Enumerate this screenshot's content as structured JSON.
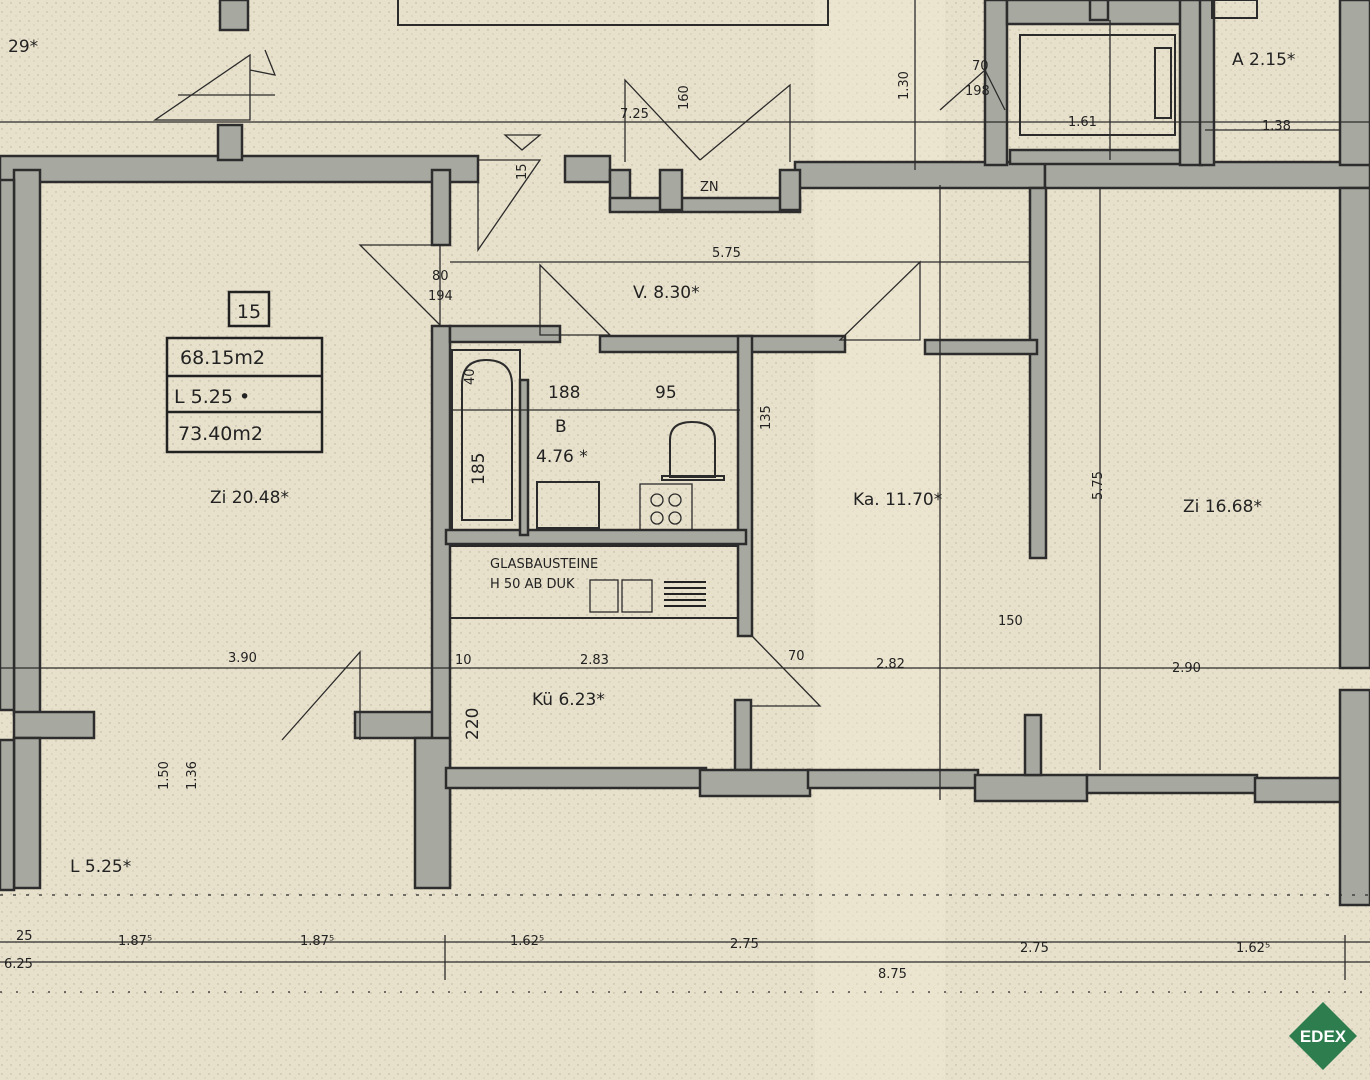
{
  "unit": {
    "number": "15",
    "area_1": "68.15m2",
    "loggia": "L 5.25 •",
    "area_total": "73.40m2"
  },
  "rooms": {
    "zi_left": "Zi 20.48*",
    "zi_right": "Zi 16.68*",
    "vorraum": "V. 8.30*",
    "kabinett": "Ka. 11.70*",
    "kueche": "Kü 6.23*",
    "bad_label": "B",
    "bad_area": "4.76 *",
    "loggia": "L 5.25*",
    "zn": "ZN",
    "partial_left": "29*",
    "partial_right": "A 2.15*"
  },
  "notes": {
    "glass_1": "GLASBAUSTEINE",
    "glass_2": "H 50 AB DUK"
  },
  "dimensions": {
    "d575_top": "5.75",
    "d575_vert": "5.75",
    "d390": "3.90",
    "d283": "2.83",
    "d282": "2.82",
    "d290": "2.90",
    "d188": "188",
    "d95": "95",
    "d185": "185",
    "d135": "135",
    "d220": "220",
    "d80": "80",
    "d194": "194",
    "d70": "70",
    "d160": "160",
    "d150": "150",
    "d130": "1.30",
    "d725": "7.25",
    "d161": "1.61",
    "d138": "1.38",
    "d198": "198",
    "d10": "10",
    "d15": "15",
    "d40": "40",
    "d70b": "70",
    "d136": "1.36",
    "d150b": "1.50",
    "d6275": "6.25",
    "d25": "25",
    "d1875a": "1.87⁵",
    "d1875b": "1.87⁵",
    "d1625a": "1.62⁵",
    "d275a": "2.75",
    "d275b": "2.75",
    "d1625b": "1.62⁵",
    "d875": "8.75"
  },
  "logo": {
    "text": "EDEX",
    "color": "#2e7d4f"
  }
}
